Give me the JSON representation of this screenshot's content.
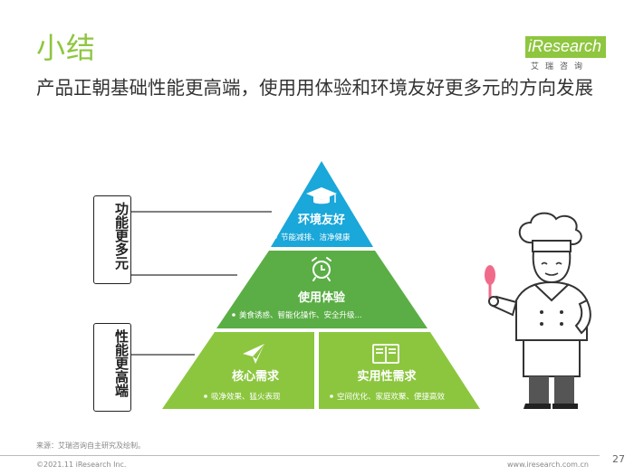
{
  "header": {
    "title": "小结",
    "subtitle": "产品正朝基础性能更高端，使用用体验和环境友好更多元的方向发展"
  },
  "logo": {
    "word": "iResearch",
    "sub": "艾瑞咨询"
  },
  "brackets": {
    "top": "功能更多元",
    "bottom": "性能更高端"
  },
  "pyramid": {
    "tier1": {
      "title": "环境友好",
      "desc": "节能减排、洁净健康",
      "color": "#1aa7d9",
      "icon": "graduation-cap-icon"
    },
    "tier2": {
      "title": "使用体验",
      "desc": "美食诱惑、智能化操作、安全升级...",
      "color": "#5aae45",
      "icon": "alarm-clock-icon"
    },
    "tier3_left": {
      "title": "核心需求",
      "desc": "吸净效果、猛火表现",
      "color": "#8cc63f",
      "icon": "paper-plane-icon"
    },
    "tier3_right": {
      "title": "实用性需求",
      "desc": "空间优化、家庭欢聚、便捷高效",
      "color": "#8cc63f",
      "icon": "open-book-icon"
    }
  },
  "footer": {
    "source": "来源：艾瑞咨询自主研究及绘制。",
    "copyright": "©2021.11 iResearch Inc.",
    "website": "www.iresearch.com.cn",
    "page": "27"
  }
}
